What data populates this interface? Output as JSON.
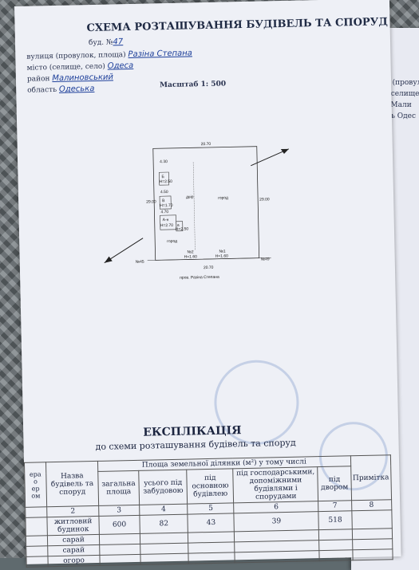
{
  "header": {
    "title": "СХЕМА РОЗТАШУВАННЯ БУДІВЕЛЬ ТА СПОРУД",
    "street_label": "вулиця (провулок, площа)",
    "street_value": "Разіна Степана",
    "building_label": "буд. №",
    "building_value": "47",
    "city_label": "місто (селище, село)",
    "city_value": "Одеса",
    "district_label": "район",
    "district_value": "Малиновський",
    "region_label": "область",
    "region_value": "Одеська",
    "scale": "Масштаб 1: 500"
  },
  "right_page": {
    "l1": "вулиці (провул",
    "l2": "місто (селище,",
    "l3": "район Мали",
    "l4": "область Одес"
  },
  "plan": {
    "top_dim": "20.70",
    "bottom_dim": "20.70",
    "right_dim": "29.00",
    "left_dim": "29.00",
    "dim_430": "4.30",
    "label_b": "Б",
    "label_b_h": "Н=2.50",
    "dim_450": "4.50",
    "label_v": "В",
    "label_v_h": "Н=1.70",
    "dim_470": "4.70",
    "label_a": "А-н",
    "label_a_h": "Н=2.70",
    "label_a2": "а",
    "label_a2_h": "Н=2.50",
    "dvir": "двір",
    "gorod1": "город",
    "gorod2": "город",
    "n1": "№1",
    "n1_h": "Н=1.60",
    "n2": "№2",
    "n2_h": "Н=1.60",
    "n45": "№45",
    "n49": "№49",
    "street": "пров. Разіна Степана"
  },
  "explication": {
    "title": "ЕКСПЛІКАЦІЯ",
    "subtitle": "до схеми розташування будівель та споруд",
    "h_num": "Номера по плану",
    "h_num_shown": [
      "ера",
      "о",
      "ер",
      "ом"
    ],
    "h_name": "Назва будівель та споруд",
    "h_area": "Площа земельної ділянки (м²) у тому числі",
    "h_total": "загальна площа",
    "h_built": "усього під забудовою",
    "h_main": "під основною будівлею",
    "h_aux": "під господарськими, допоміжними будівлями і спорудами",
    "h_yard": "під двором",
    "h_note": "Примітка",
    "col_nums": [
      "2",
      "3",
      "4",
      "5",
      "6",
      "7",
      "8"
    ],
    "rows": [
      [
        "житловий будинок",
        "600",
        "82",
        "43",
        "39",
        "518"
      ],
      [
        "сарай"
      ],
      [
        "сарай"
      ],
      [
        "огоро"
      ]
    ]
  }
}
